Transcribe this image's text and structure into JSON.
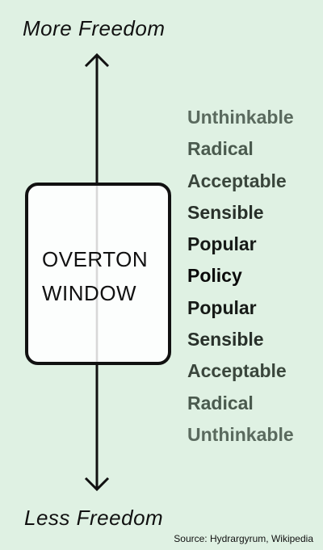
{
  "diagram": {
    "top_label": "More Freedom",
    "bottom_label": "Less Freedom",
    "window_label": [
      "OVERTON",
      "WINDOW"
    ],
    "levels": [
      {
        "label": "Unthinkable",
        "color": "#5a6a5e"
      },
      {
        "label": "Radical",
        "color": "#4a5a4e"
      },
      {
        "label": "Acceptable",
        "color": "#3a463c"
      },
      {
        "label": "Sensible",
        "color": "#28302a"
      },
      {
        "label": "Popular",
        "color": "#161a17"
      },
      {
        "label": "Policy",
        "color": "#0a0a0a"
      },
      {
        "label": "Popular",
        "color": "#161a17"
      },
      {
        "label": "Sensible",
        "color": "#28302a"
      },
      {
        "label": "Acceptable",
        "color": "#3a463c"
      },
      {
        "label": "Radical",
        "color": "#4a5a4e"
      },
      {
        "label": "Unthinkable",
        "color": "#5a6a5e"
      }
    ],
    "source": "Source: Hydrargyrum, Wikipedia",
    "background_color": "#dff1e3"
  }
}
